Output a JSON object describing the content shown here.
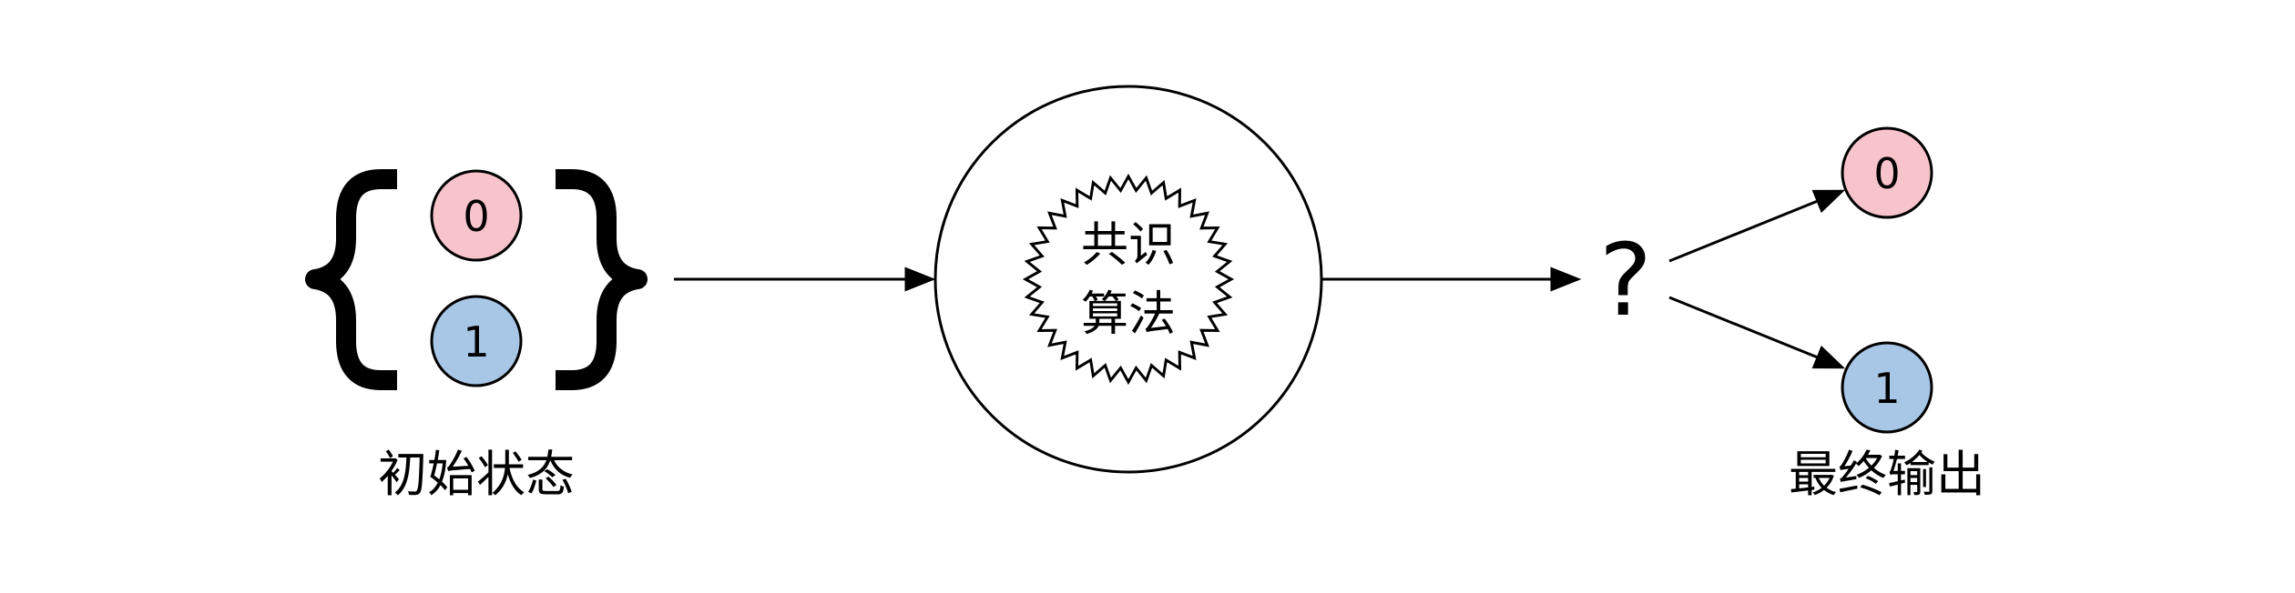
{
  "diagram": {
    "initial_state": {
      "values": [
        "0",
        "1"
      ],
      "label": "初始状态"
    },
    "algorithm": {
      "line1": "共识",
      "line2": "算法"
    },
    "question_mark": "?",
    "final_output": {
      "values": [
        "0",
        "1"
      ],
      "label": "最终输出"
    }
  },
  "colors": {
    "zero_fill": "#f8c4cb",
    "one_fill": "#a8c6e6",
    "stroke": "#000000"
  }
}
